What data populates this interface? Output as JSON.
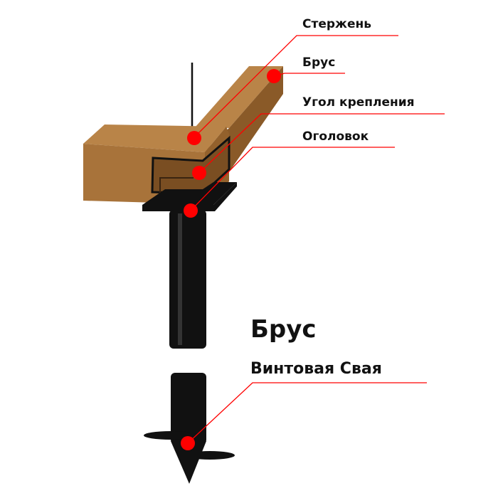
{
  "labels": {
    "rod": "Стержень",
    "beam": "Брус",
    "corner": "Угол крепления",
    "cap": "Оголовок"
  },
  "caption": {
    "title": "Брус",
    "subtitle": "Винтовая Свая"
  },
  "colors": {
    "marker": "#ff0000",
    "wood_top": "#b98448",
    "wood_front": "#a8733a",
    "wood_side": "#8a5a28",
    "steel": "#111111"
  }
}
